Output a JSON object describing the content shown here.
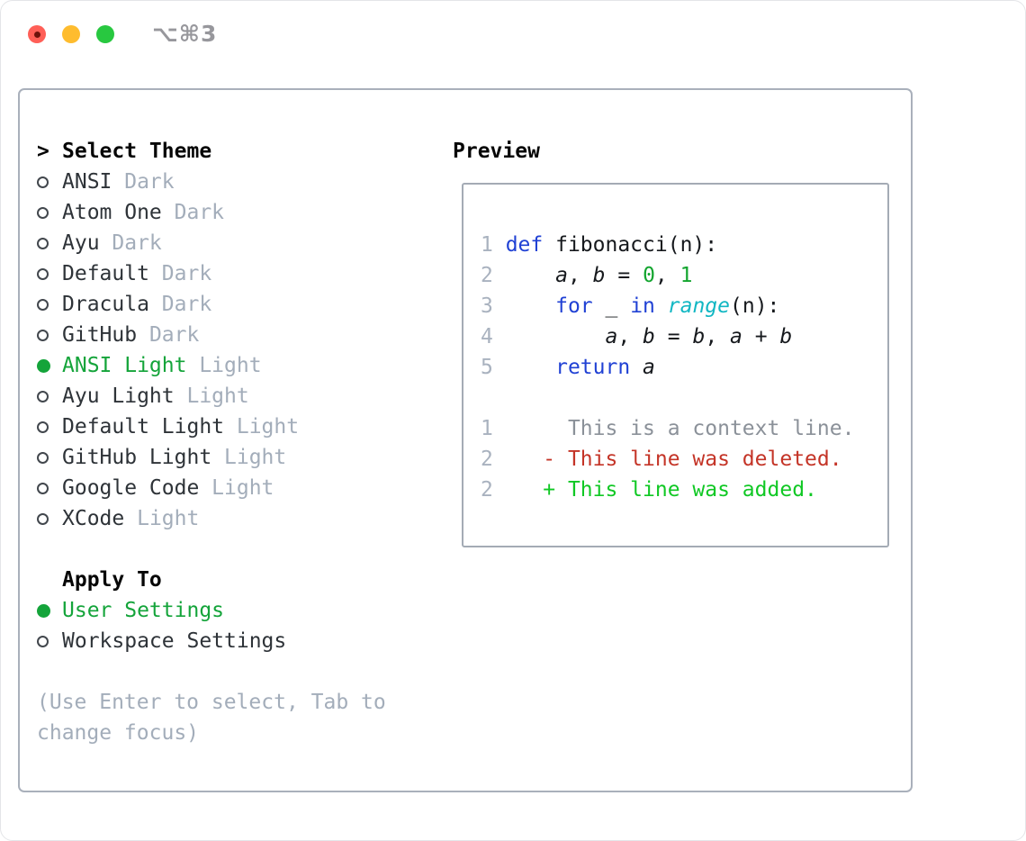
{
  "window": {
    "title": "⌥⌘3"
  },
  "theme_panel": {
    "header_prefix": ">",
    "header": "Select Theme",
    "items": [
      {
        "name": "ANSI",
        "variant": "Dark",
        "selected": false
      },
      {
        "name": "Atom One",
        "variant": "Dark",
        "selected": false
      },
      {
        "name": "Ayu",
        "variant": "Dark",
        "selected": false
      },
      {
        "name": "Default",
        "variant": "Dark",
        "selected": false
      },
      {
        "name": "Dracula",
        "variant": "Dark",
        "selected": false
      },
      {
        "name": "GitHub",
        "variant": "Dark",
        "selected": false
      },
      {
        "name": "ANSI Light",
        "variant": "Light",
        "selected": true
      },
      {
        "name": "Ayu Light",
        "variant": "Light",
        "selected": false
      },
      {
        "name": "Default Light",
        "variant": "Light",
        "selected": false
      },
      {
        "name": "GitHub Light",
        "variant": "Light",
        "selected": false
      },
      {
        "name": "Google Code",
        "variant": "Light",
        "selected": false
      },
      {
        "name": "XCode",
        "variant": "Light",
        "selected": false
      }
    ]
  },
  "apply_panel": {
    "header": "Apply To",
    "options": [
      {
        "label": "User Settings",
        "selected": true
      },
      {
        "label": "Workspace Settings",
        "selected": false
      }
    ]
  },
  "help": {
    "line1": "(Use Enter to select, Tab to",
    "line2": "change focus)"
  },
  "preview": {
    "header": "Preview",
    "code": [
      {
        "num": "1",
        "tokens": [
          {
            "t": "def"
          },
          {
            "t": " fibonacci(n):"
          }
        ]
      },
      {
        "num": "2",
        "tokens": [
          {
            "t": "    "
          },
          {
            "t": "a"
          },
          {
            "t": ", "
          },
          {
            "t": "b"
          },
          {
            "t": " = "
          },
          {
            "t": "0"
          },
          {
            "t": ", "
          },
          {
            "t": "1"
          }
        ]
      },
      {
        "num": "3",
        "tokens": [
          {
            "t": "    "
          },
          {
            "t": "for"
          },
          {
            "t": " _ "
          },
          {
            "t": "in"
          },
          {
            "t": " "
          },
          {
            "t": "range"
          },
          {
            "t": "(n):"
          }
        ]
      },
      {
        "num": "4",
        "tokens": [
          {
            "t": "        "
          },
          {
            "t": "a"
          },
          {
            "t": ", "
          },
          {
            "t": "b"
          },
          {
            "t": " = "
          },
          {
            "t": "b"
          },
          {
            "t": ", "
          },
          {
            "t": "a"
          },
          {
            "t": " + "
          },
          {
            "t": "b"
          }
        ]
      },
      {
        "num": "5",
        "tokens": [
          {
            "t": "    "
          },
          {
            "t": "return"
          },
          {
            "t": " "
          },
          {
            "t": "a"
          }
        ]
      }
    ],
    "diff": [
      {
        "num": "1",
        "kind": "context",
        "text": "     This is a context line."
      },
      {
        "num": "2",
        "kind": "deleted",
        "text": "   - This line was deleted."
      },
      {
        "num": "2",
        "kind": "added",
        "text": "   + This line was added."
      }
    ]
  },
  "colors": {
    "selected_green": "#14a43a",
    "keyword_blue": "#2041d4",
    "builtin_cyan": "#12b7c3",
    "number_green": "#13a52f",
    "deleted_red": "#c43427",
    "added_green": "#10c824",
    "context_gray": "#8b9199",
    "line_number_gray": "#a9b2bf",
    "badge_gray": "#a3adba",
    "traffic_red": "#ff5f57",
    "traffic_yellow": "#febc2e",
    "traffic_green": "#28c840"
  }
}
